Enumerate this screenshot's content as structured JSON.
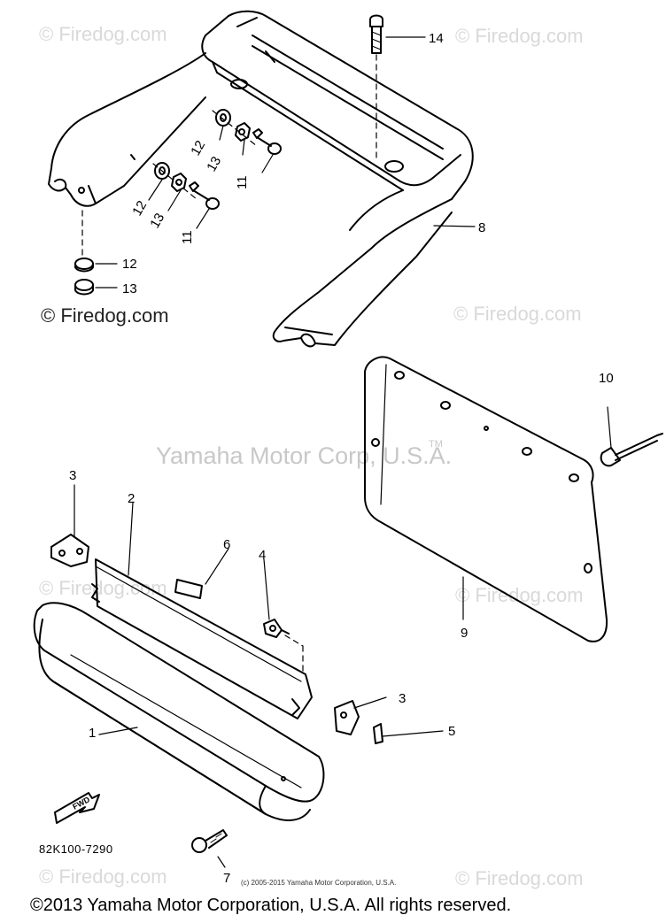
{
  "watermarks": {
    "firedog": "© Firedog.com",
    "firedog_compact": "© Firedog.com",
    "corp": "Yamaha Motor Corp, U.S.A.",
    "tm": "TM"
  },
  "diagram": {
    "part_code": "82K100-7290",
    "fwd_label": "FWD",
    "callouts": [
      "1",
      "2",
      "3",
      "3",
      "4",
      "5",
      "6",
      "7",
      "8",
      "9",
      "10",
      "11",
      "11",
      "12",
      "12",
      "12",
      "13",
      "13",
      "13",
      "14"
    ]
  },
  "small_copyright": "(c) 2005-2015 Yamaha Motor Corporation, U.S.A.",
  "footer": "©2013 Yamaha Motor Corporation, U.S.A. All rights reserved.",
  "colors": {
    "line": "#000000",
    "watermark": "#d9d9d9"
  }
}
